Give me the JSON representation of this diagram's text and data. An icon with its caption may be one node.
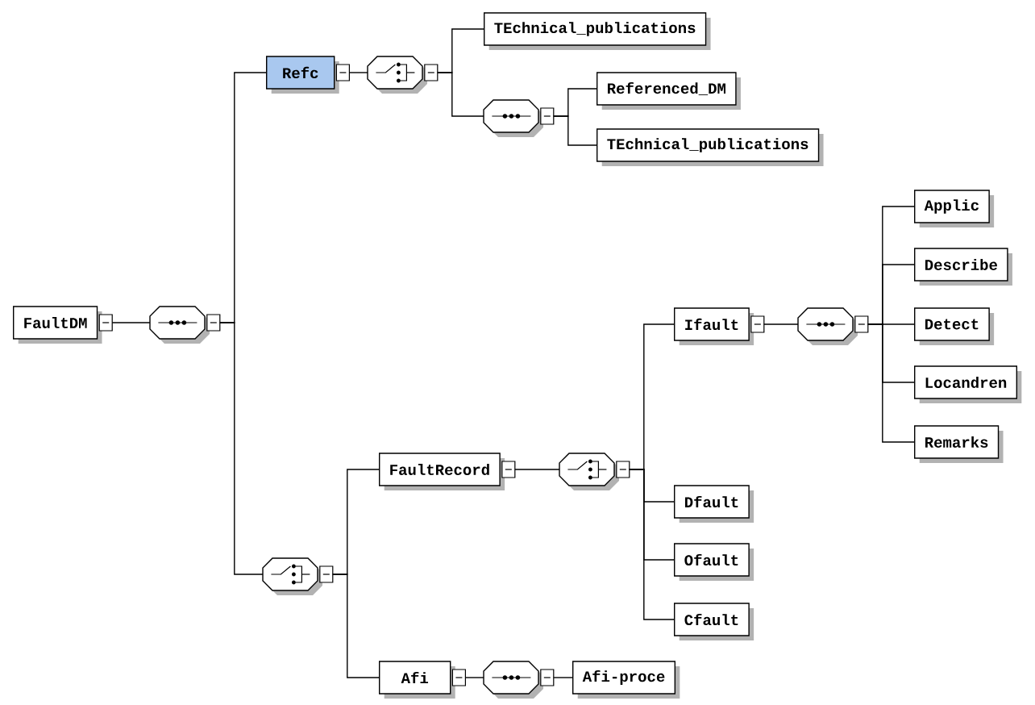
{
  "diagram": {
    "nodes": [
      {
        "text": [
          "FaultDM"
        ]
      },
      {
        "text": [],
        "shape": "octagon"
      },
      {
        "text": [
          "Refc"
        ]
      },
      {
        "text": [],
        "shape": "octagon"
      },
      {
        "text": [
          "TEchnical_publications"
        ]
      },
      {
        "text": [],
        "shape": "octagon"
      },
      {
        "text": [
          "Referenced_DM"
        ]
      },
      {
        "text": [
          "TEchnical_publications"
        ]
      },
      {
        "text": [],
        "shape": "octagon"
      },
      {
        "text": [
          "FaultRecord"
        ]
      },
      {
        "text": [],
        "shape": "octagon"
      },
      {
        "text": [
          "Ifault"
        ]
      },
      {
        "text": [],
        "shape": "octagon"
      },
      {
        "text": [
          "Applic"
        ]
      },
      {
        "text": [
          "Describe"
        ]
      },
      {
        "text": [
          "Detect"
        ]
      },
      {
        "text": [
          "Locandren"
        ]
      },
      {
        "text": [
          "Remarks"
        ]
      },
      {
        "text": [
          "Dfault"
        ]
      },
      {
        "text": [
          "Ofault"
        ]
      },
      {
        "text": [
          "Cfault"
        ]
      },
      {
        "text": [
          "Afi"
        ]
      },
      {
        "text": [],
        "shape": "octagon"
      },
      {
        "text": [
          "Afi-proce"
        ]
      }
    ],
    "edges": [
      {
        "from": 0,
        "to": 1,
        "arrow": "none"
      },
      {
        "from": 1,
        "to": 2,
        "arrow": "none"
      },
      {
        "from": 1,
        "to": 8,
        "arrow": "none"
      },
      {
        "from": 2,
        "to": 3,
        "arrow": "none"
      },
      {
        "from": 3,
        "to": 4,
        "arrow": "none"
      },
      {
        "from": 3,
        "to": 5,
        "arrow": "none"
      },
      {
        "from": 5,
        "to": 6,
        "arrow": "none"
      },
      {
        "from": 5,
        "to": 7,
        "arrow": "none"
      },
      {
        "from": 8,
        "to": 9,
        "arrow": "none"
      },
      {
        "from": 8,
        "to": 21,
        "arrow": "none"
      },
      {
        "from": 9,
        "to": 10,
        "arrow": "none"
      },
      {
        "from": 10,
        "to": 11,
        "arrow": "none"
      },
      {
        "from": 10,
        "to": 18,
        "arrow": "none"
      },
      {
        "from": 10,
        "to": 19,
        "arrow": "none"
      },
      {
        "from": 10,
        "to": 20,
        "arrow": "none"
      },
      {
        "from": 11,
        "to": 12,
        "arrow": "none"
      },
      {
        "from": 12,
        "to": 13,
        "arrow": "none"
      },
      {
        "from": 12,
        "to": 14,
        "arrow": "none"
      },
      {
        "from": 12,
        "to": 15,
        "arrow": "none"
      },
      {
        "from": 12,
        "to": 16,
        "arrow": "none"
      },
      {
        "from": 12,
        "to": 17,
        "arrow": "none"
      },
      {
        "from": 21,
        "to": 22,
        "arrow": "none"
      },
      {
        "from": 22,
        "to": 23,
        "arrow": "none"
      }
    ]
  }
}
